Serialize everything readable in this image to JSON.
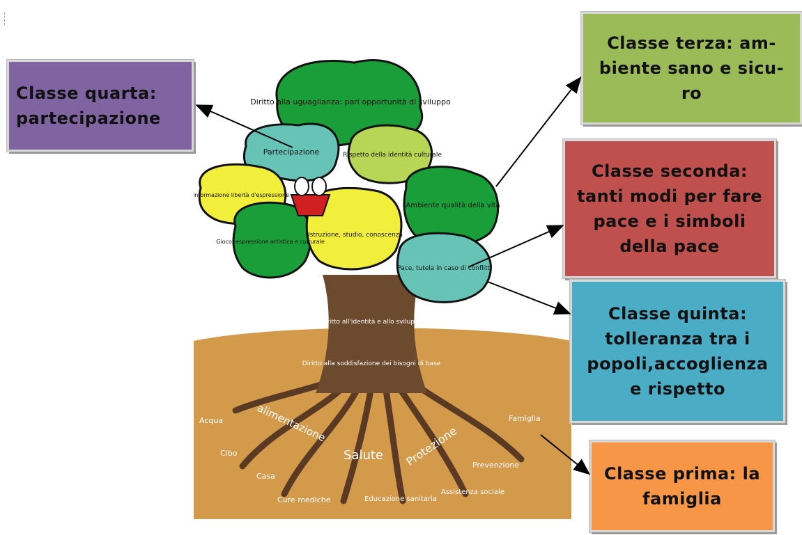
{
  "boxes": {
    "quarta": "Classe quarta: partecipazione",
    "terza": "Classe terza: am-biente sano e sicu-ro",
    "seconda": "Classe seconda: tanti modi per fare pace e i simboli della pace",
    "quinta": "Classe quinta: tolleranza tra i popoli,accoglienza e rispetto",
    "prima": "Classe prima: la famiglia"
  },
  "tree": {
    "canopy": {
      "diritto_uguaglianza": "Diritto alla uguaglianza: pari opportunità di sviluppo",
      "partecipazione": "Partecipazione",
      "rispetto": "Rispetto della identità culturale",
      "informazione": "Informazione libertà d'espressione",
      "ambiente": "Ambiente qualità della vita",
      "gioco": "Gioco, espressione artistica e culturale",
      "istruzione": "Istruzione, studio, conoscenza",
      "pace": "Pace, tutela in caso di conflitti"
    },
    "trunk": {
      "identita": "Diritto all'identità e allo sviluppo",
      "bisogni": "Diritto alla soddisfazione dei bisogni di base"
    },
    "roots": {
      "alimentazione": "alimentazione",
      "salute": "Salute",
      "protezione": "Protezione",
      "acqua": "Acqua",
      "cibo": "Cibo",
      "casa": "Casa",
      "cure_mediche": "Cure mediche",
      "educazione_sanitaria": "Educazione sanitaria",
      "assistenza_sociale": "Assistenza sociale",
      "prevenzione": "Prevenzione",
      "famiglia": "Famiglia"
    }
  },
  "colors": {
    "quarta": "#8064a2",
    "terza": "#9bbb59",
    "seconda": "#c0504d",
    "quinta": "#4bacc6",
    "prima": "#f79646",
    "ground": "#d49a4c",
    "trunk": "#6b4a2e",
    "leaf_dark_green": "#1a9e3a",
    "leaf_yellow": "#f2ee3c",
    "leaf_teal": "#67c3b5",
    "leaf_light_green": "#b8d655"
  }
}
